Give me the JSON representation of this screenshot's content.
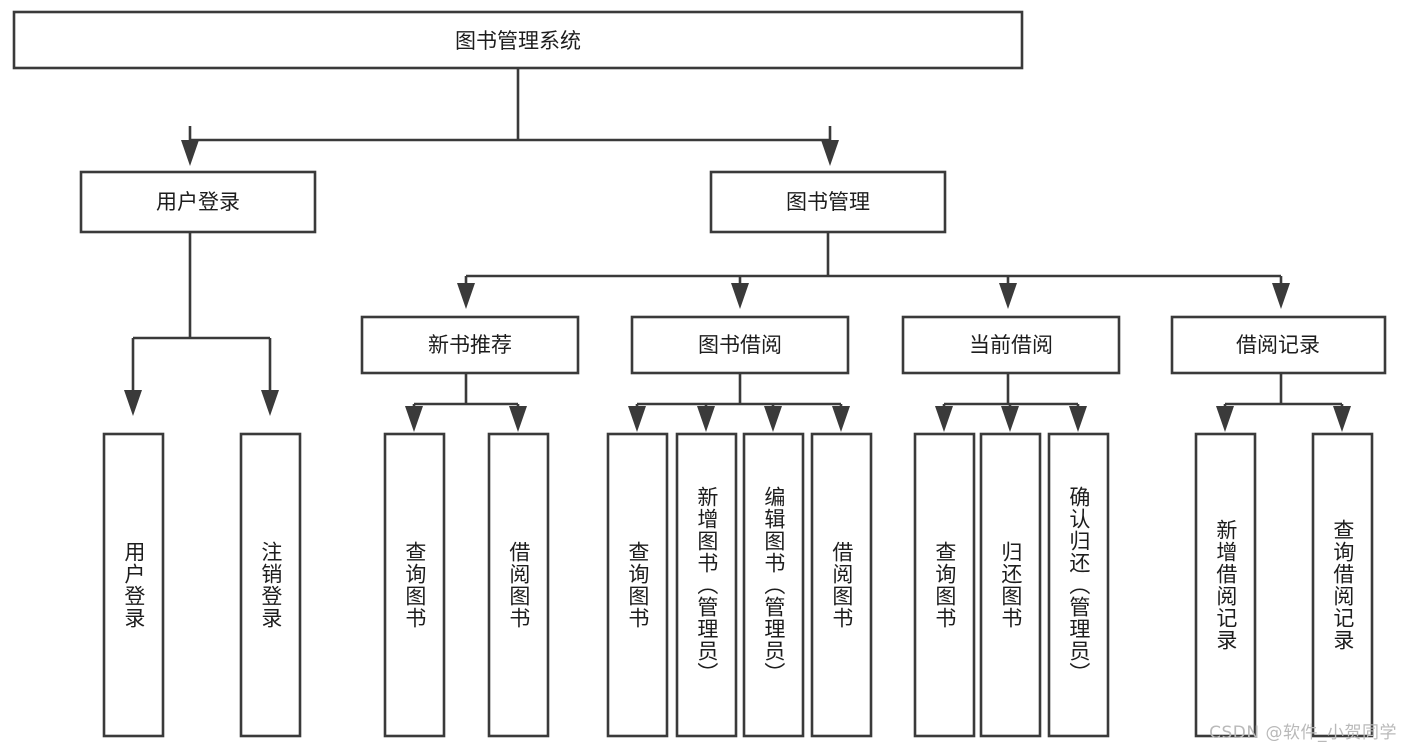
{
  "diagram": {
    "type": "tree",
    "title": "图书管理系统",
    "root": {
      "label": "图书管理系统"
    },
    "level1": [
      {
        "label": "用户登录"
      },
      {
        "label": "图书管理"
      }
    ],
    "level2": [
      {
        "label": "新书推荐"
      },
      {
        "label": "图书借阅"
      },
      {
        "label": "当前借阅"
      },
      {
        "label": "借阅记录"
      }
    ],
    "leaves": {
      "user_login": [
        {
          "label": "用户登录"
        },
        {
          "label": "注销登录"
        }
      ],
      "new_book_recommend": [
        {
          "label": "查询图书"
        },
        {
          "label": "借阅图书"
        }
      ],
      "book_borrow": [
        {
          "label": "查询图书"
        },
        {
          "label": "新增图书（管理员）"
        },
        {
          "label": "编辑图书（管理员）"
        },
        {
          "label": "借阅图书"
        }
      ],
      "current_borrow": [
        {
          "label": "查询图书"
        },
        {
          "label": "归还图书"
        },
        {
          "label": "确认归还（管理员）"
        }
      ],
      "borrow_record": [
        {
          "label": "新增借阅记录"
        },
        {
          "label": "查询借阅记录"
        }
      ]
    },
    "colors": {
      "stroke": "#3a3a3a",
      "fill": "#ffffff",
      "text": "#1d1d1d",
      "watermark": "#b9b9b9"
    }
  },
  "watermark": {
    "text": "CSDN @软件_小贺同学"
  }
}
